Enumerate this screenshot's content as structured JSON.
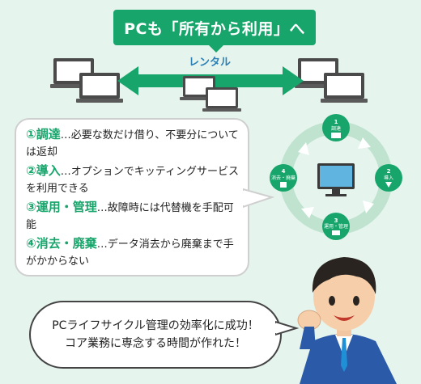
{
  "banner": {
    "title": "PCも「所有から利用」へ"
  },
  "rental": {
    "label": "レンタル"
  },
  "steps": [
    {
      "num": "①",
      "title": "調達",
      "text": "…必要な数だけ借り、不要分については返却"
    },
    {
      "num": "②",
      "title": "導入",
      "text": "…オプションでキッティングサービスを利用できる"
    },
    {
      "num": "③",
      "title": "運用・管理",
      "text": "…故障時には代替機を手配可能"
    },
    {
      "num": "④",
      "title": "消去・廃棄",
      "text": "…データ消去から廃棄まで手がかからない"
    }
  ],
  "cycle": {
    "n1": "1",
    "l1": "調達",
    "n2": "2",
    "l2": "導入",
    "n3": "3",
    "l3": "運用・管理",
    "n4": "4",
    "l4": "消去・廃棄"
  },
  "speech": {
    "line1": "PCライフサイクル管理の効率化に成功！",
    "line2": "コア業務に専念する時間が作れた！"
  },
  "colors": {
    "accent": "#18a56b",
    "rental": "#2a7fb5",
    "background": "#e6f4ee"
  }
}
